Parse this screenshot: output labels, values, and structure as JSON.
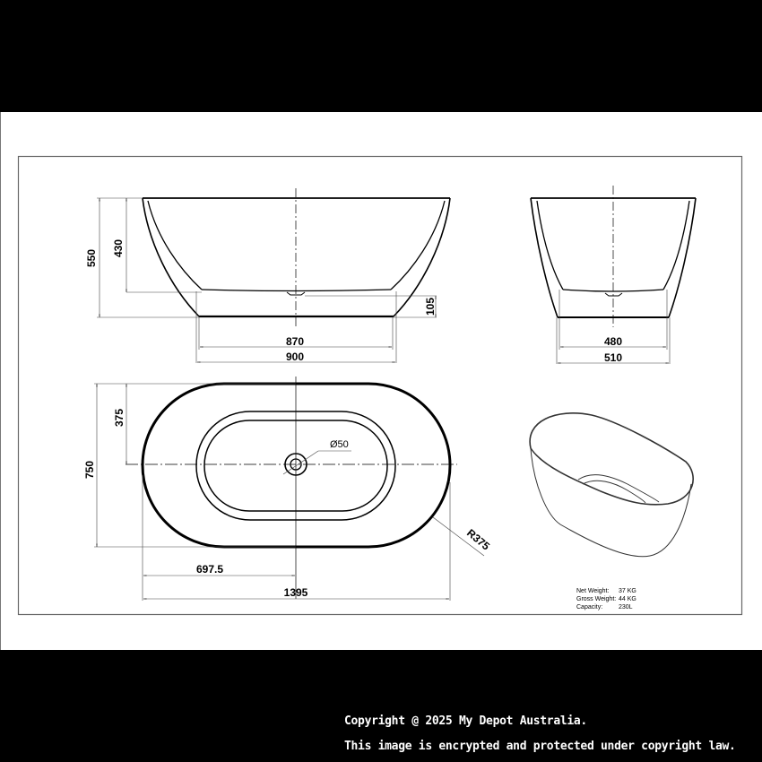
{
  "drawing": {
    "side_view": {
      "total_height": "550",
      "inner_depth": "430",
      "plinth_height": "105",
      "base_inner_length": "870",
      "base_outer_length": "900"
    },
    "end_view": {
      "base_inner_width": "480",
      "base_outer_width": "510"
    },
    "plan_view": {
      "overall_width": "750",
      "half_width": "375",
      "waste_diameter": "Ø50",
      "half_length": "697.5",
      "overall_length": "1395",
      "end_radius": "R375"
    },
    "specs": [
      {
        "label": "Net Weight:",
        "value": "37 KG"
      },
      {
        "label": "Gross Weight:",
        "value": "44 KG"
      },
      {
        "label": "Capacity:",
        "value": "230L"
      }
    ]
  },
  "footer": {
    "copyright": "Copyright @ 2025 My Depot Australia.",
    "notice": "This image is encrypted and protected under copyright law."
  }
}
